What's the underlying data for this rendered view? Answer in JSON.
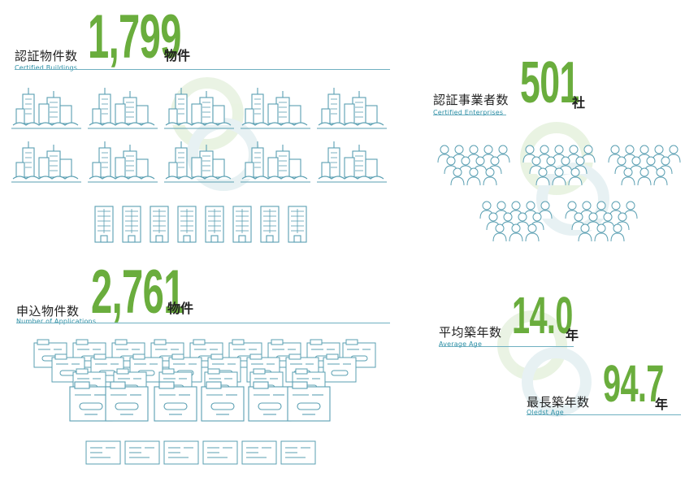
{
  "colors": {
    "accent_green": "#6aad3d",
    "line_teal": "#5a9fb2",
    "label_teal": "#2c8fa5"
  },
  "buildings": {
    "label_jp": "認証物件数",
    "label_en": "Certified Buildings",
    "value": "1,799",
    "unit": "物件"
  },
  "enterprises": {
    "label_jp": "認証事業者数",
    "label_en": "Certified Enterprises",
    "value": "501",
    "unit": "社"
  },
  "applications": {
    "label_jp": "申込物件数",
    "label_en": "Number of Applications",
    "value": "2,761",
    "unit": "物件"
  },
  "average_age": {
    "label_jp": "平均築年数",
    "label_en": "Average Age",
    "value": "14.0",
    "unit": "年"
  },
  "oldest_age": {
    "label_jp": "最長築年数",
    "label_en": "Oledst Age",
    "value": "94.7",
    "unit": "年"
  },
  "icons": [
    "city-skyline-icon",
    "office-tower-icon",
    "people-group-icon",
    "document-folder-icon"
  ]
}
